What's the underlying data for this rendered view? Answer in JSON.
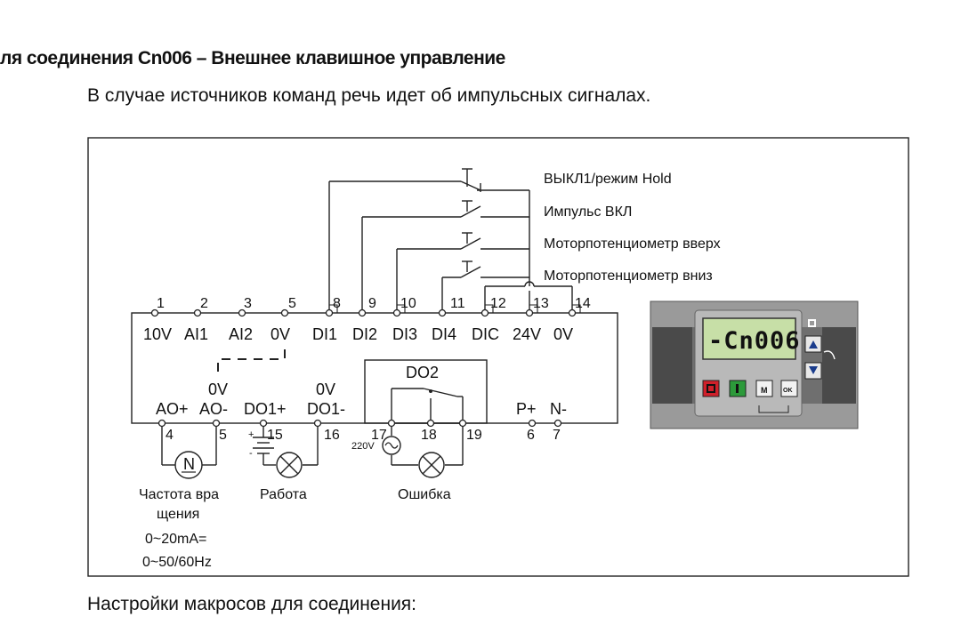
{
  "heading": "ля соединения Cn006 – Внешнее клавишное управление",
  "intro": "В случае источников команд речь идет об импульсных сигналах.",
  "footer": "Настройки макросов для соединения:",
  "inputs": [
    {
      "label": "ВЫКЛ1/режим Hold"
    },
    {
      "label": "Импульс ВКЛ"
    },
    {
      "label": "Моторпотенциометр вверх"
    },
    {
      "label": "Моторпотенциометр вниз"
    }
  ],
  "top_terminals": [
    {
      "num": "1",
      "label": "10V"
    },
    {
      "num": "2",
      "label": "AI1"
    },
    {
      "num": "3",
      "label": "AI2"
    },
    {
      "num": "5",
      "label": "0V"
    },
    {
      "num": "8",
      "label": "DI1"
    },
    {
      "num": "9",
      "label": "DI2"
    },
    {
      "num": "10",
      "label": "DI3"
    },
    {
      "num": "11",
      "label": "DI4"
    },
    {
      "num": "12",
      "label": "DIC"
    },
    {
      "num": "13",
      "label": "24V"
    },
    {
      "num": "14",
      "label": "0V"
    }
  ],
  "bottom_terminals": [
    {
      "num": "4",
      "label": "AO+"
    },
    {
      "num": "5",
      "label": "AO-",
      "sub": "0V"
    },
    {
      "num": "15",
      "label": "DO1+"
    },
    {
      "num": "16",
      "label": "DO1-",
      "sub": "0V"
    },
    {
      "num": "17"
    },
    {
      "num": "18"
    },
    {
      "num": "19"
    },
    {
      "num": "6",
      "label": "P+"
    },
    {
      "num": "7",
      "label": "N-"
    }
  ],
  "relay_label": "DO2",
  "voltage_label": "220V",
  "meter_symbol": "N",
  "outputs": {
    "freq_line1": "Частота вра",
    "freq_line2": "щения",
    "freq_line3": "0~20mA=",
    "freq_line4": "0~50/60Hz",
    "run": "Работа",
    "error": "Ошибка"
  },
  "panel": {
    "display": "-Cn006",
    "buttons": [
      "O",
      "I",
      "M",
      "OK"
    ],
    "colors": {
      "off": "#d0202a",
      "on": "#2c9a3a",
      "lcd": "#c7dfa7",
      "body": "#8a8a8a"
    }
  }
}
